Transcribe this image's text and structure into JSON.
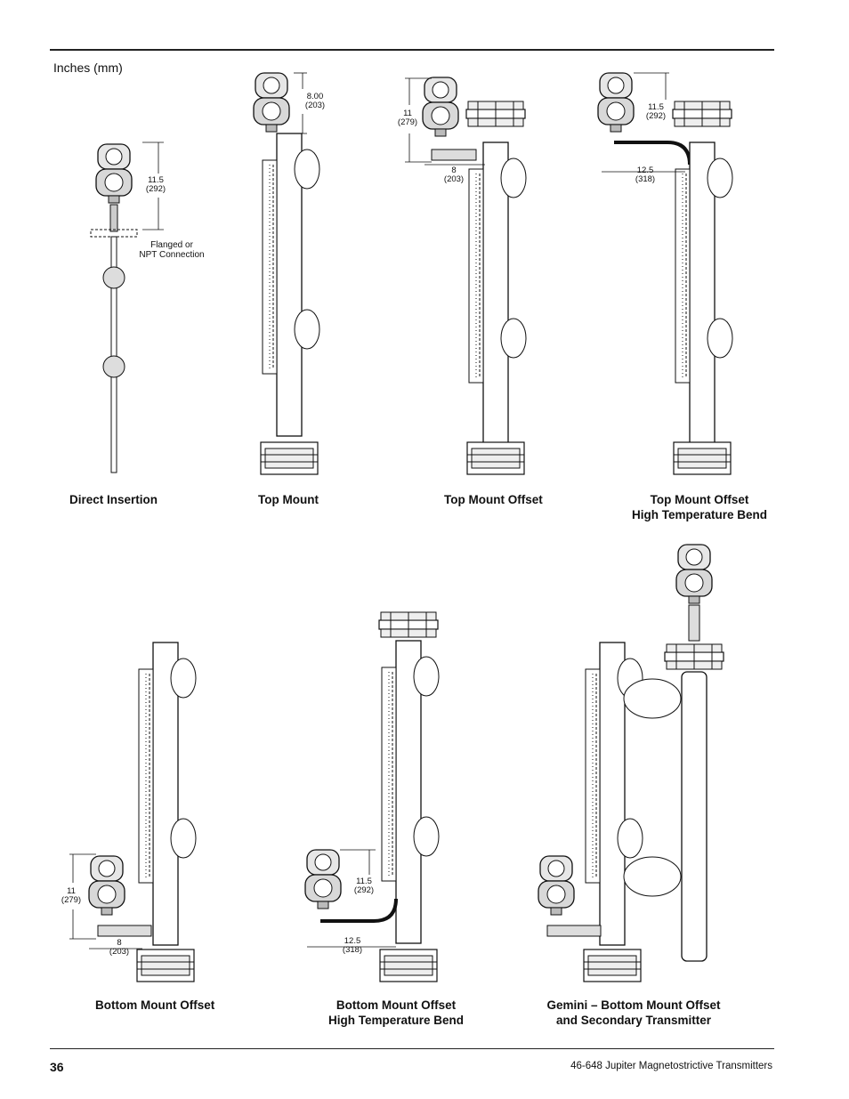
{
  "header": {
    "units_note": "Inches (mm)"
  },
  "figures": {
    "direct_insertion": {
      "caption": "Direct Insertion",
      "dim_height": [
        "11.5",
        "(292)"
      ],
      "connection_note": [
        "Flanged or",
        "NPT Connection"
      ]
    },
    "top_mount": {
      "caption": "Top Mount",
      "dim_height": [
        "8.00",
        "(203)"
      ]
    },
    "top_mount_offset": {
      "caption": "Top Mount Offset",
      "dim_height": [
        "11",
        "(279)"
      ],
      "dim_width": [
        "8",
        "(203)"
      ]
    },
    "top_mount_offset_htb": {
      "caption_line1": "Top Mount Offset",
      "caption_line2": "High Temperature Bend",
      "dim_height": [
        "11.5",
        "(292)"
      ],
      "dim_width": [
        "12.5",
        "(318)"
      ]
    },
    "bottom_mount_offset": {
      "caption": "Bottom Mount Offset",
      "dim_height": [
        "11",
        "(279)"
      ],
      "dim_width": [
        "8",
        "(203)"
      ]
    },
    "bottom_mount_offset_htb": {
      "caption_line1": "Bottom Mount Offset",
      "caption_line2": "High Temperature Bend",
      "dim_height": [
        "11.5",
        "(292)"
      ],
      "dim_width": [
        "12.5",
        "(318)"
      ]
    },
    "gemini": {
      "caption_line1": "Gemini – Bottom Mount Offset",
      "caption_line2": "and Secondary Transmitter"
    }
  },
  "footer": {
    "page_number": "36",
    "document_title": "46-648 Jupiter Magnetostrictive Transmitters"
  }
}
